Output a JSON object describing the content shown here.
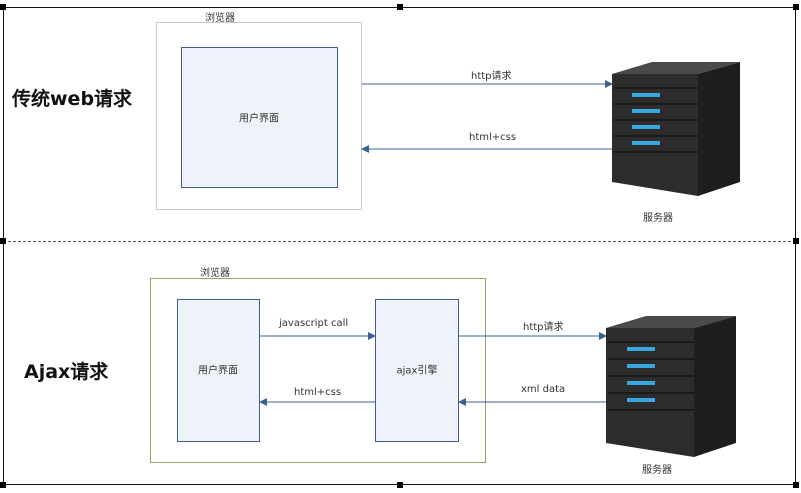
{
  "top": {
    "title": "传统web请求",
    "browser_label": "浏览器",
    "ui_label": "用户界面",
    "request_label": "http请求",
    "response_label": "html+css",
    "server_label": "服务器"
  },
  "bottom": {
    "title": "Ajax请求",
    "browser_label": "浏览器",
    "ui_label": "用户界面",
    "engine_label": "ajax引擎",
    "call_label": "javascript call",
    "html_label": "html+css",
    "request_label": "http请求",
    "data_label": "xml data",
    "server_label": "服务器"
  },
  "colors": {
    "ui_fill": "#eef3fa",
    "ui_border": "#3d5f92",
    "arrow": "#3d5f92",
    "ajax_browser_border": "#9aa06a",
    "server_body": "#2c2c2c",
    "server_light": "#3aa6e0"
  }
}
